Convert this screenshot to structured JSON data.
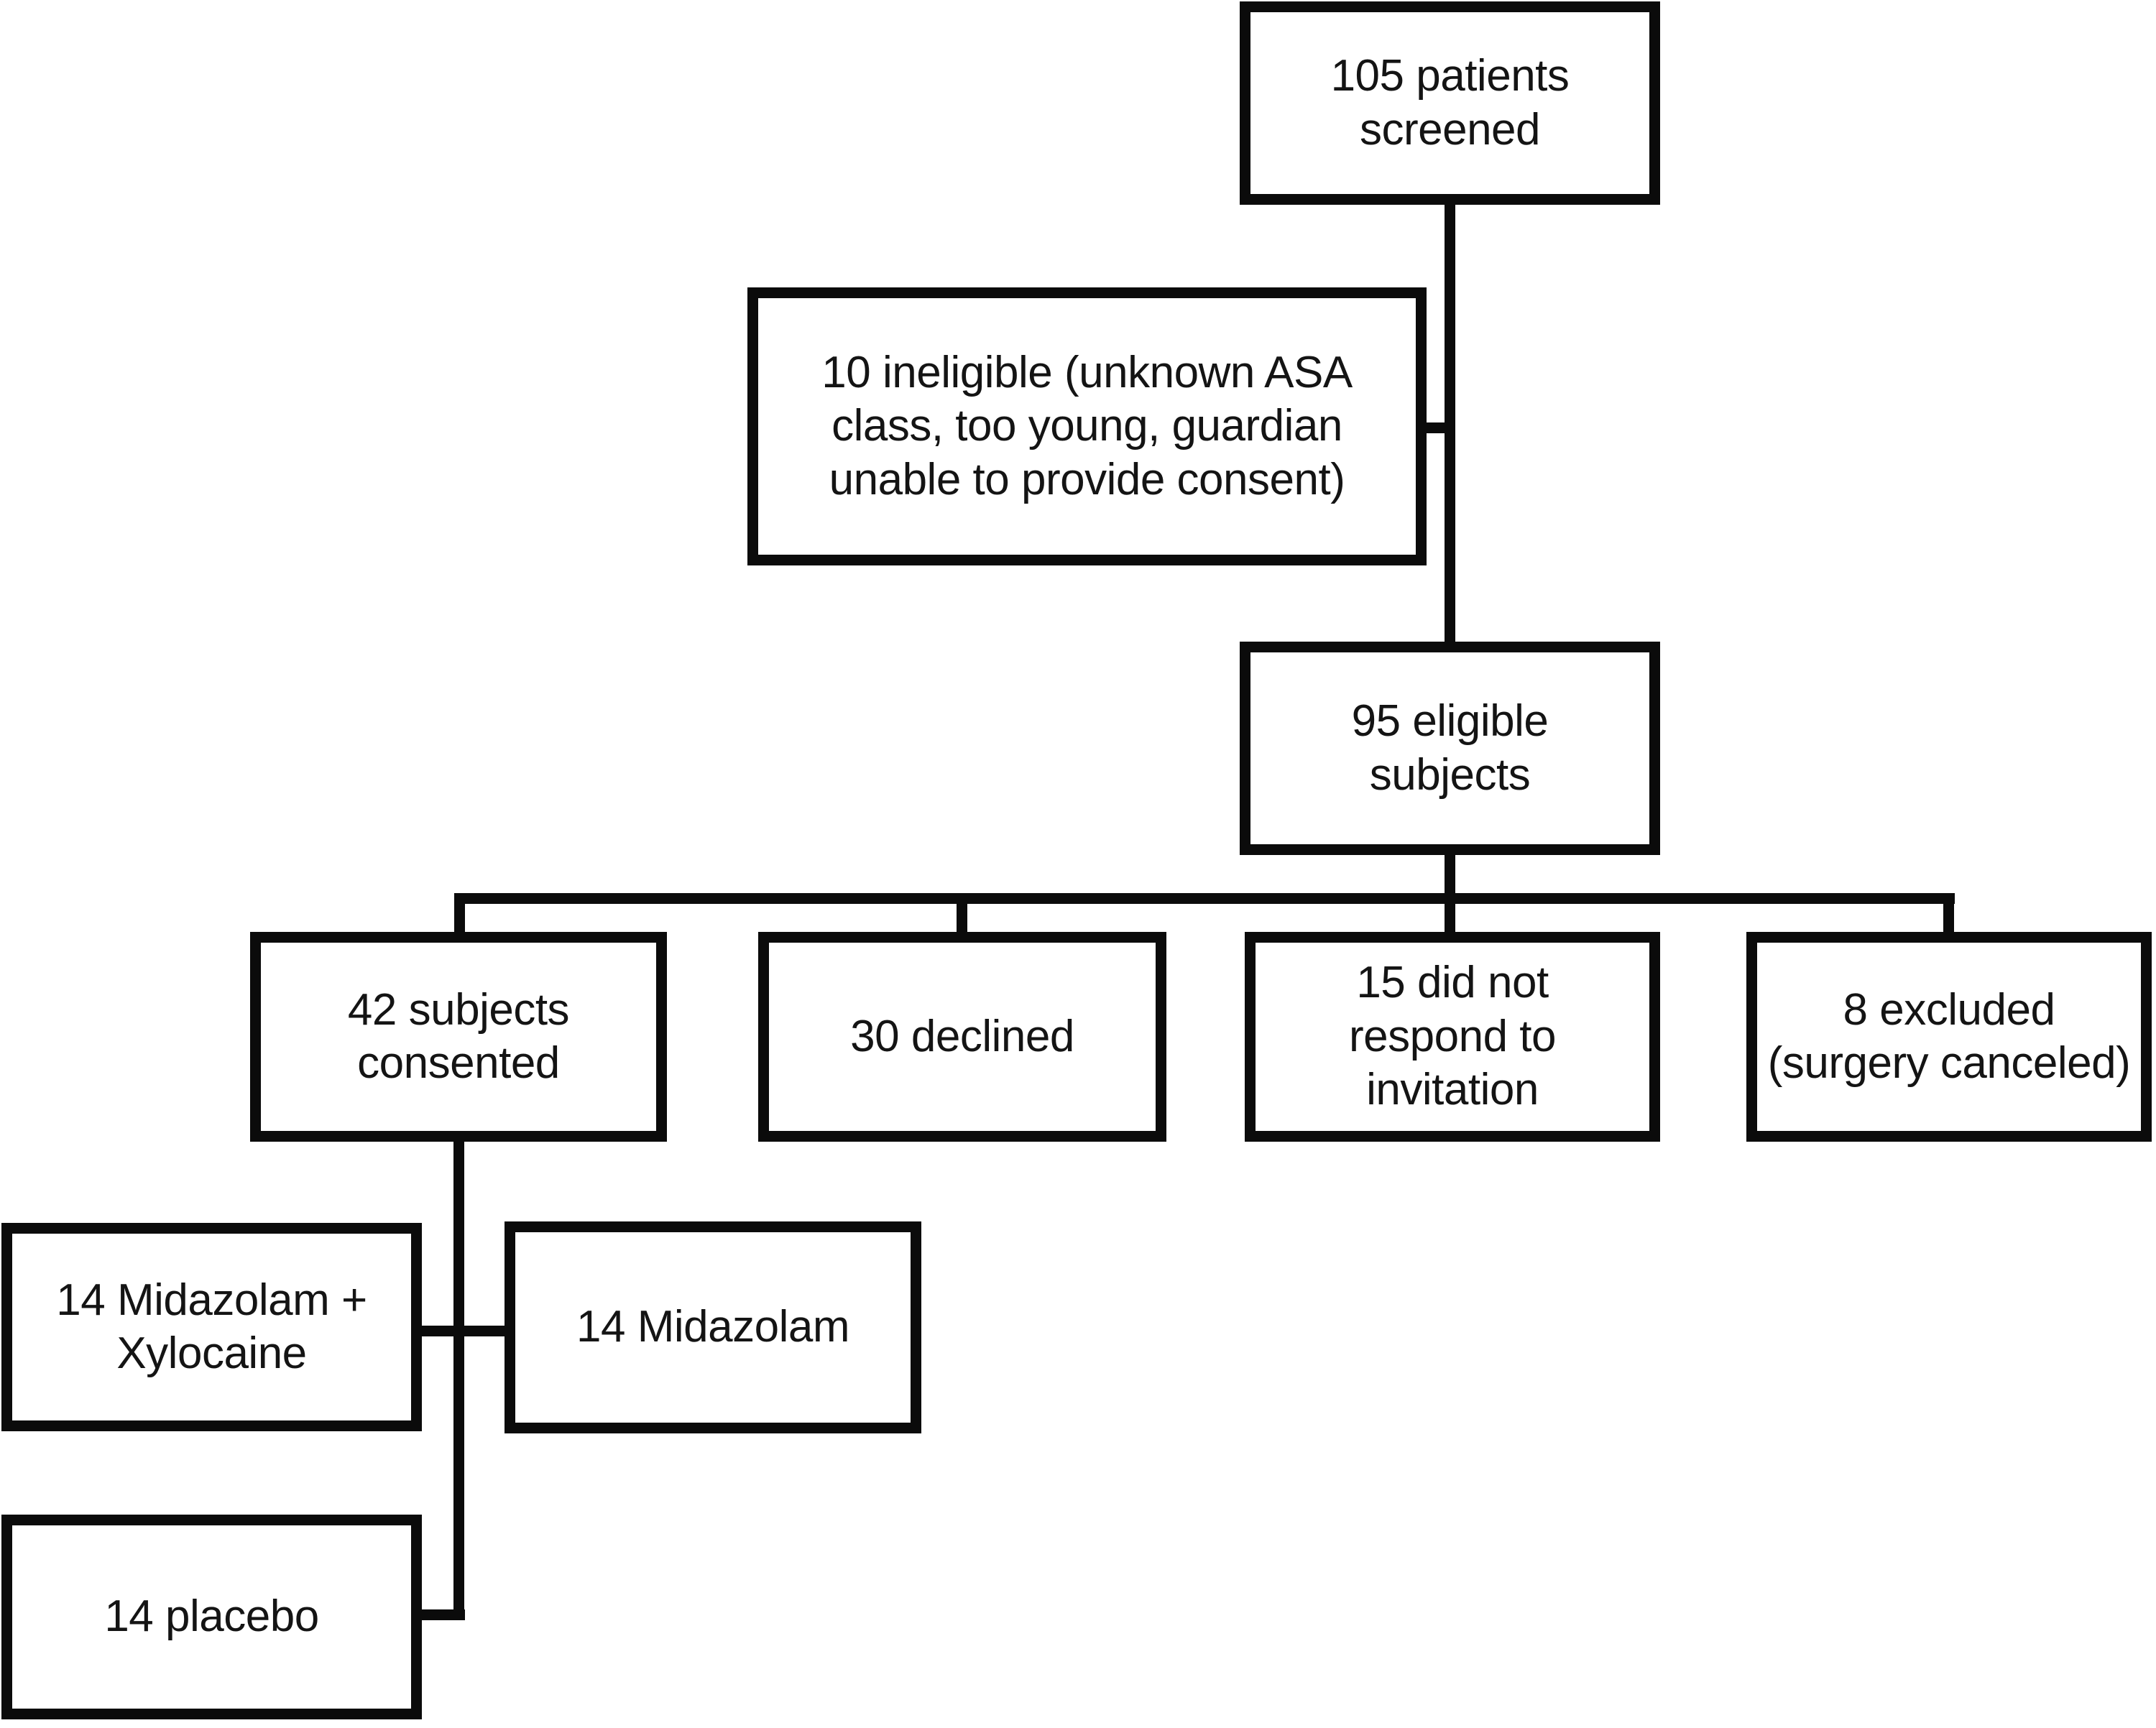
{
  "diagram": {
    "type": "flowchart",
    "nodes": {
      "screened": {
        "label": "105 patients\nscreened"
      },
      "ineligible": {
        "label": "10 ineligible (unknown ASA\nclass, too young, guardian\nunable to provide consent)"
      },
      "eligible": {
        "label": "95 eligible\nsubjects"
      },
      "consented": {
        "label": "42 subjects\nconsented"
      },
      "declined": {
        "label": "30 declined"
      },
      "no_response": {
        "label": "15 did not\nrespond to\ninvitation"
      },
      "excluded": {
        "label": "8 excluded\n(surgery canceled)"
      },
      "midazolam_xylocaine": {
        "label": "14 Midazolam +\nXylocaine"
      },
      "midazolam": {
        "label": "14 Midazolam"
      },
      "placebo": {
        "label": "14 placebo"
      }
    },
    "edges": [
      {
        "from": "screened",
        "to": "ineligible"
      },
      {
        "from": "screened",
        "to": "eligible"
      },
      {
        "from": "eligible",
        "to": "consented"
      },
      {
        "from": "eligible",
        "to": "declined"
      },
      {
        "from": "eligible",
        "to": "no_response"
      },
      {
        "from": "eligible",
        "to": "excluded"
      },
      {
        "from": "consented",
        "to": "midazolam_xylocaine"
      },
      {
        "from": "consented",
        "to": "midazolam"
      },
      {
        "from": "consented",
        "to": "placebo"
      }
    ],
    "colors": {
      "background": "#ffffff",
      "border": "#0b0b0b",
      "text": "#141414"
    }
  }
}
